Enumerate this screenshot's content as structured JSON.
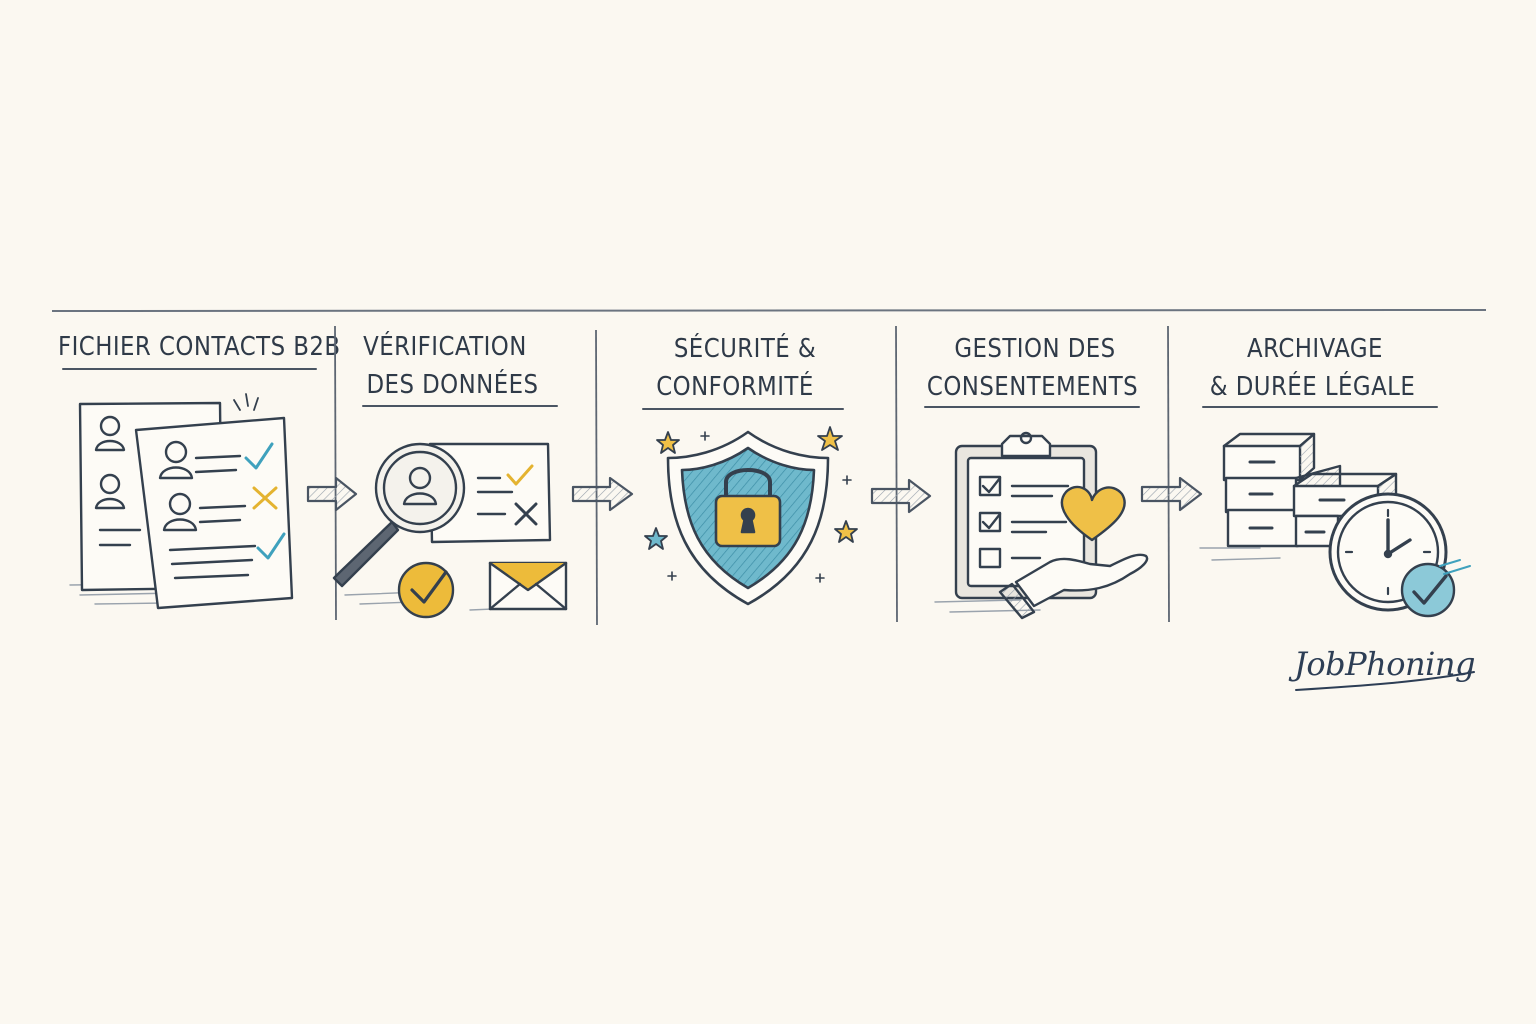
{
  "steps": [
    {
      "title_lines": [
        "FICHIER CONTACTS B2B"
      ]
    },
    {
      "title_lines": [
        "VÉRIFICATION",
        "DES DONNÉES"
      ]
    },
    {
      "title_lines": [
        "SÉCURITÉ &",
        "CONFORMITÉ"
      ]
    },
    {
      "title_lines": [
        "GESTION DES",
        "CONSENTEMENTS"
      ]
    },
    {
      "title_lines": [
        "ARCHIVAGE",
        "& DURÉE LÉGALE"
      ]
    }
  ],
  "brand": {
    "signature": "JobPhoning"
  },
  "colors": {
    "ink": "#2f3a48",
    "teal": "#4aa7c0",
    "yellow": "#e9b93a",
    "paper": "#fbf8f1"
  },
  "icons": [
    "contact-sheets-icon",
    "magnifier-checklist-icon",
    "shield-lock-icon",
    "consent-clipboard-icon",
    "archive-clock-icon"
  ]
}
